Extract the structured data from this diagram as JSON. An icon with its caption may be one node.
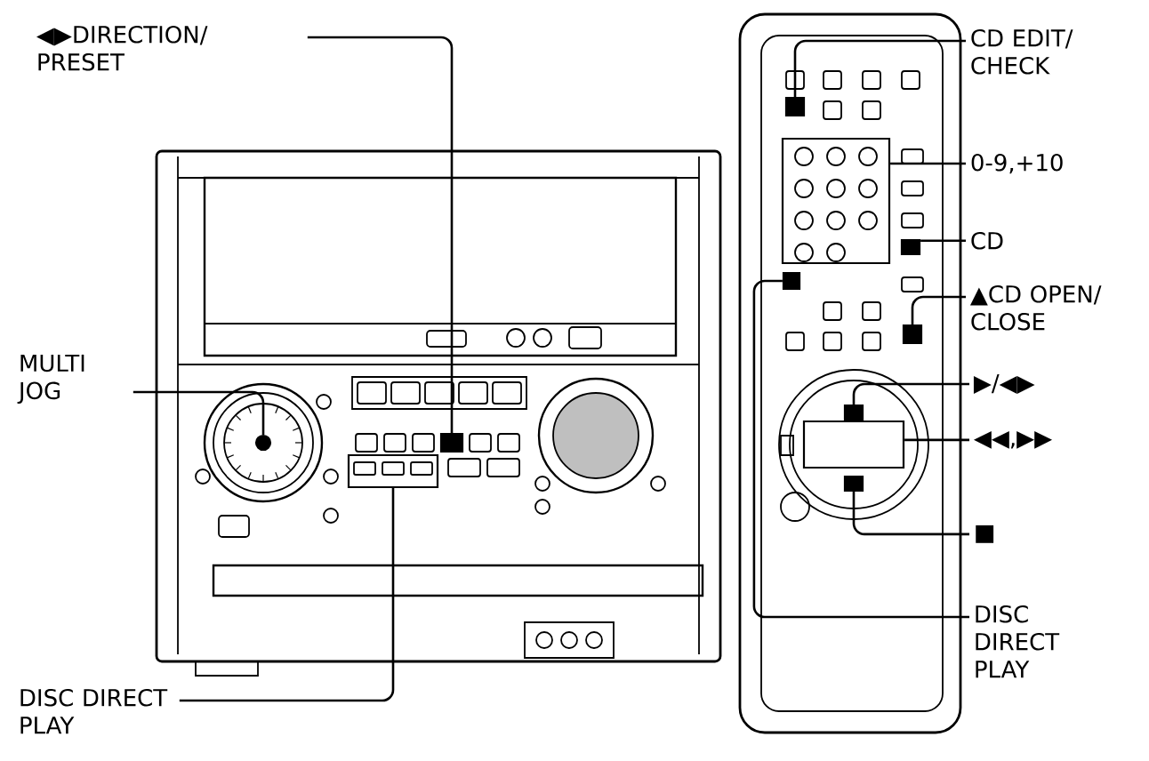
{
  "diagram": {
    "nodes": [
      {
        "text": [
          "◀▶DIRECTION/ PRESET"
        ]
      },
      {
        "text": [
          "MULTI JOG"
        ]
      },
      {
        "text": [
          "DISC DIRECT PLAY"
        ]
      },
      {
        "text": [
          "CD EDIT/ CHECK"
        ]
      },
      {
        "text": [
          "0-9,+10"
        ]
      },
      {
        "text": [
          "CD"
        ]
      },
      {
        "text": [
          "▲CD OPEN/ CLOSE"
        ]
      },
      {
        "text": [
          "▶/◀▶"
        ]
      },
      {
        "text": [
          "◀◀,▶▶"
        ]
      },
      {
        "text": [
          "■"
        ]
      },
      {
        "text": [
          "DISC DIRECT PLAY"
        ]
      },
      {
        "text": [],
        "shape": "box"
      },
      {
        "text": [],
        "shape": "circle"
      },
      {
        "text": [],
        "shape": "box"
      },
      {
        "text": [],
        "shape": "box"
      },
      {
        "text": [],
        "shape": "box"
      },
      {
        "text": [],
        "shape": "box"
      },
      {
        "text": [],
        "shape": "box"
      },
      {
        "text": [],
        "shape": "box"
      },
      {
        "text": [],
        "shape": "box"
      },
      {
        "text": [],
        "shape": "box"
      },
      {
        "text": [],
        "shape": "box"
      }
    ],
    "edges": [
      {
        "from": 0,
        "to": 11,
        "arrow": "none"
      },
      {
        "from": 1,
        "to": 12,
        "arrow": "none"
      },
      {
        "from": 2,
        "to": 13,
        "arrow": "none"
      },
      {
        "from": 3,
        "to": 14,
        "arrow": "none"
      },
      {
        "from": 4,
        "to": 15,
        "arrow": "none"
      },
      {
        "from": 5,
        "to": 16,
        "arrow": "none"
      },
      {
        "from": 6,
        "to": 17,
        "arrow": "none"
      },
      {
        "from": 7,
        "to": 18,
        "arrow": "none"
      },
      {
        "from": 8,
        "to": 19,
        "arrow": "none"
      },
      {
        "from": 9,
        "to": 20,
        "arrow": "none"
      },
      {
        "from": 10,
        "to": 21,
        "arrow": "none"
      }
    ]
  }
}
